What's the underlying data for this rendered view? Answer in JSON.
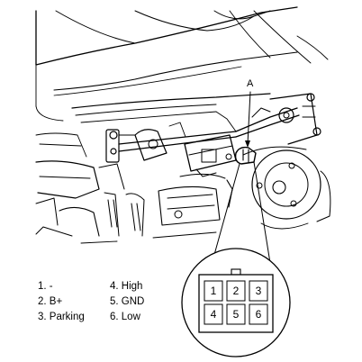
{
  "callout": {
    "label": "A"
  },
  "legend": {
    "col1": [
      "1. -",
      "2. B+",
      "3. Parking"
    ],
    "col2": [
      "4. High",
      "5. GND",
      "6. Low"
    ]
  },
  "connector": {
    "pins": [
      "1",
      "2",
      "3",
      "4",
      "5",
      "6"
    ]
  }
}
